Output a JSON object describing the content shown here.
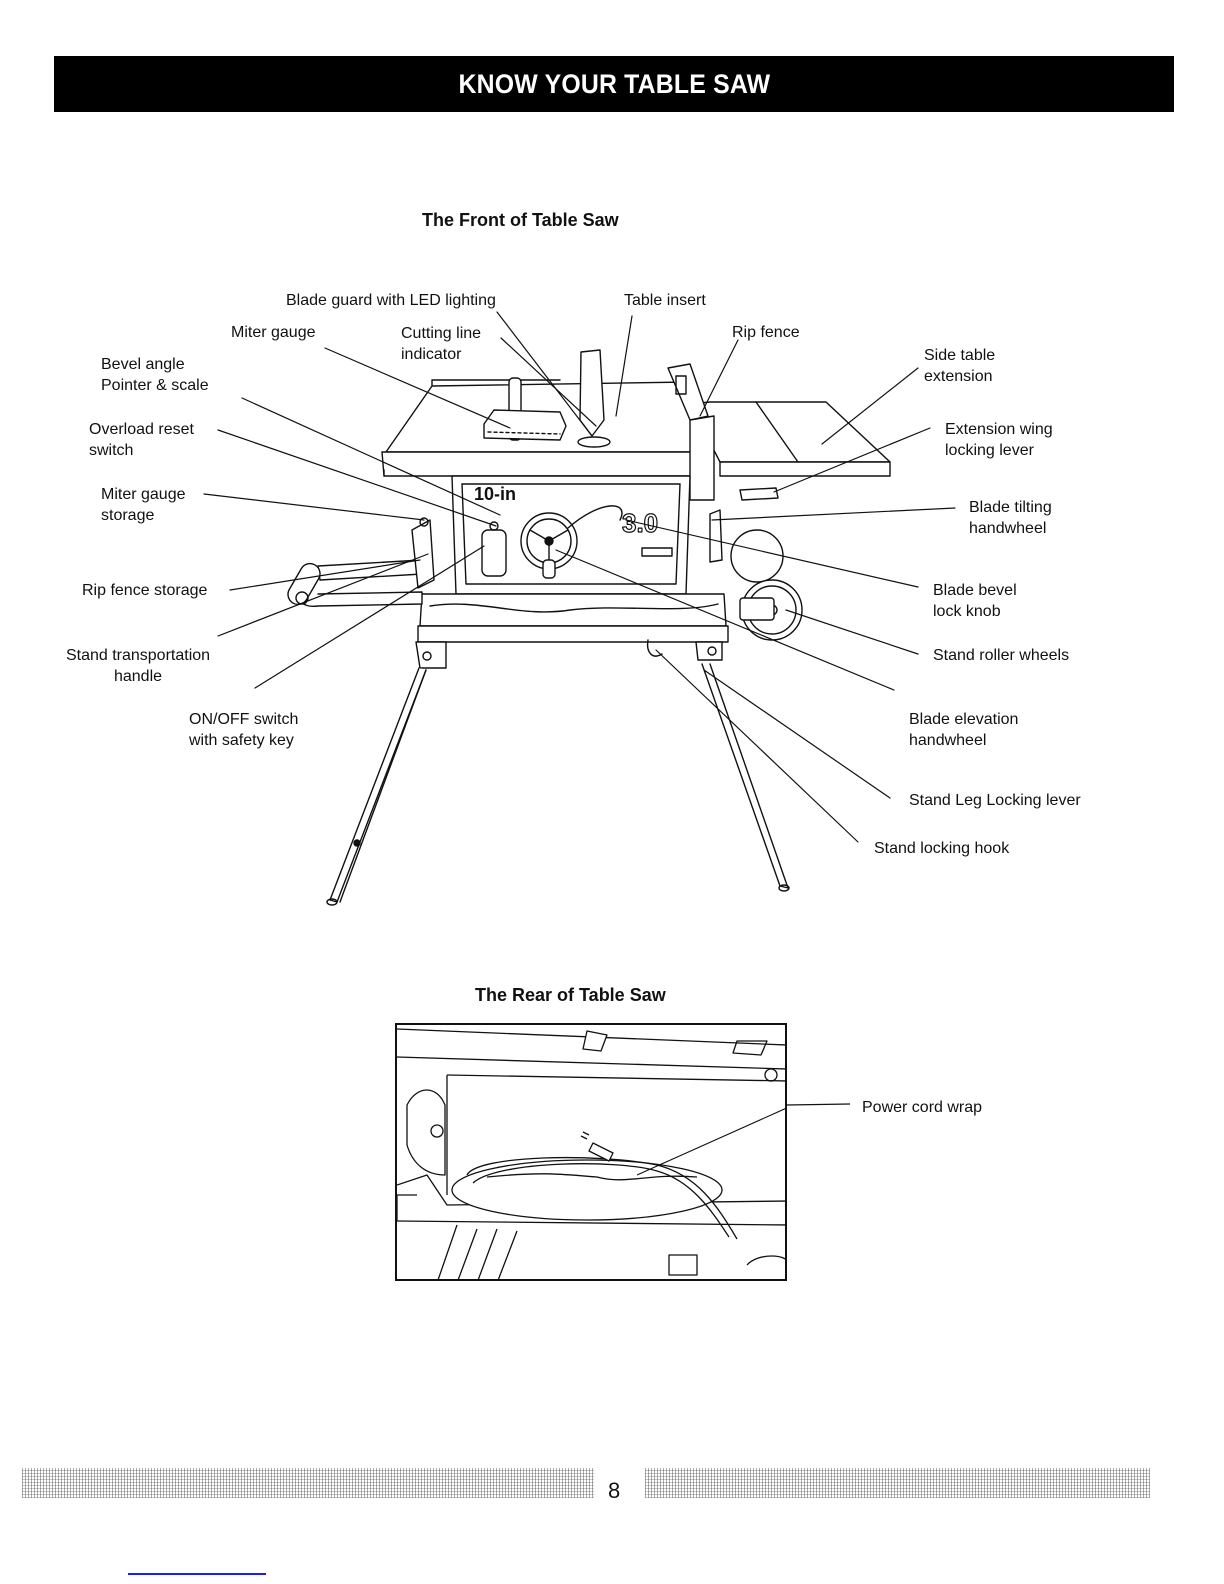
{
  "header": {
    "title": "KNOW YOUR TABLE SAW"
  },
  "front": {
    "title": "The Front of Table Saw",
    "labels": {
      "blade_guard": "Blade guard with LED lighting",
      "table_insert": "Table insert",
      "miter_gauge": "Miter gauge",
      "cutting_line": "Cutting line\nindicator",
      "rip_fence": "Rip fence",
      "bevel_angle": "Bevel angle\nPointer & scale",
      "side_table": "Side table\nextension",
      "overload_reset": "Overload reset\nswitch",
      "extension_wing": "Extension wing\nlocking lever",
      "miter_storage": "Miter gauge\nstorage",
      "blade_tilting": "Blade tilting\nhandwheel",
      "rip_fence_storage": "Rip fence storage",
      "blade_bevel_lock": "Blade bevel\nlock knob",
      "transport_handle": "Stand transportation\nhandle",
      "roller_wheels": "Stand roller wheels",
      "on_off": "ON/OFF switch\nwith safety key",
      "blade_elevation": "Blade elevation\nhandwheel",
      "leg_locking": "Stand Leg Locking lever",
      "locking_hook": "Stand locking hook"
    },
    "badge_text": "3.0"
  },
  "rear": {
    "title": "The Rear of Table Saw",
    "labels": {
      "power_cord": "Power cord wrap"
    }
  },
  "footer": {
    "page_number": "8"
  },
  "colors": {
    "banner_bg": "#000000",
    "banner_text": "#ffffff",
    "link_line": "#1a1aff"
  }
}
